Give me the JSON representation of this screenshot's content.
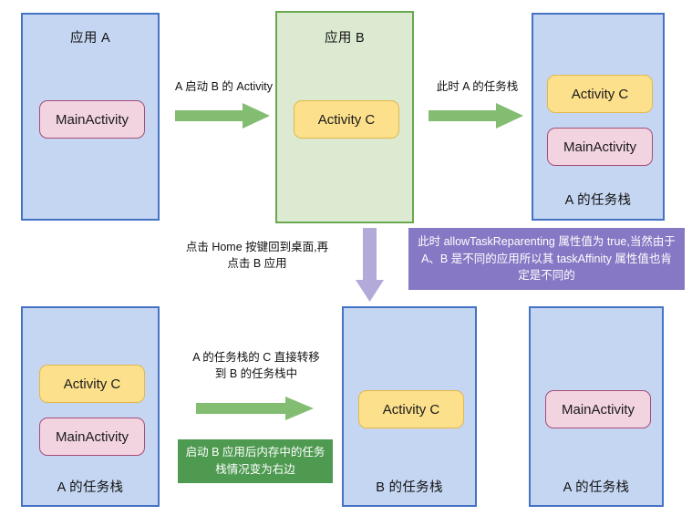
{
  "diagram": {
    "title_hidden": "",
    "colors": {
      "app_border_blue": "#4472c4",
      "app_fill_blue": "#c5d6f2",
      "app_border_green": "#6aa84f",
      "app_fill_green": "#dcead2",
      "card_pink_fill": "#f2d3e0",
      "card_pink_border": "#a64d79",
      "card_yellow_fill": "#fce08c",
      "card_yellow_border": "#e2b84b",
      "arrow_green": "#82bd72",
      "arrow_purple": "#b3aad9",
      "note_purple": "#8678c4",
      "note_green": "#4e9a51"
    },
    "boxes": {
      "app_a_top": {
        "title": "应用 A",
        "footer": "",
        "cards": [
          {
            "label": "MainActivity",
            "style": "pink"
          }
        ]
      },
      "app_b_top": {
        "title": "应用 B",
        "footer": "",
        "cards": [
          {
            "label": "Activity C",
            "style": "yellow"
          }
        ]
      },
      "task_a_top": {
        "title": "",
        "footer": "A 的任务栈",
        "cards": [
          {
            "label": "Activity C",
            "style": "yellow"
          },
          {
            "label": "MainActivity",
            "style": "pink"
          }
        ]
      },
      "task_a_bottom_left": {
        "title": "",
        "footer": "A 的任务栈",
        "cards": [
          {
            "label": "Activity C",
            "style": "yellow"
          },
          {
            "label": "MainActivity",
            "style": "pink"
          }
        ]
      },
      "task_b_bottom": {
        "title": "",
        "footer": "B 的任务栈",
        "cards": [
          {
            "label": "Activity C",
            "style": "yellow"
          }
        ]
      },
      "task_a_bottom_right": {
        "title": "",
        "footer": "A 的任务栈",
        "cards": [
          {
            "label": "MainActivity",
            "style": "pink"
          }
        ]
      }
    },
    "captions": {
      "a_starts_b": "A 启动 B 的 Activity",
      "task_stack_of_a_now": "此时 A 的任务栈",
      "home_then_b": "点击 Home 按键回到桌面,再\n点击 B 应用",
      "c_moves_to_b": "A 的任务栈的 C 直接转移\n到 B 的任务栈中"
    },
    "notes": {
      "allow_task_reparenting": "此时 allowTaskReparenting 属性值为 true,当然由于 A、B 是不同的应用所以其 taskAffinity 属性值也肯定是不同的",
      "after_launch_b": "启动 B 应用后内存中的任务栈情况变为右边"
    },
    "arrows": {
      "arrow1": "arrow-right-icon",
      "arrow2": "arrow-right-icon",
      "arrow3": "arrow-down-icon",
      "arrow4": "arrow-right-icon"
    }
  }
}
